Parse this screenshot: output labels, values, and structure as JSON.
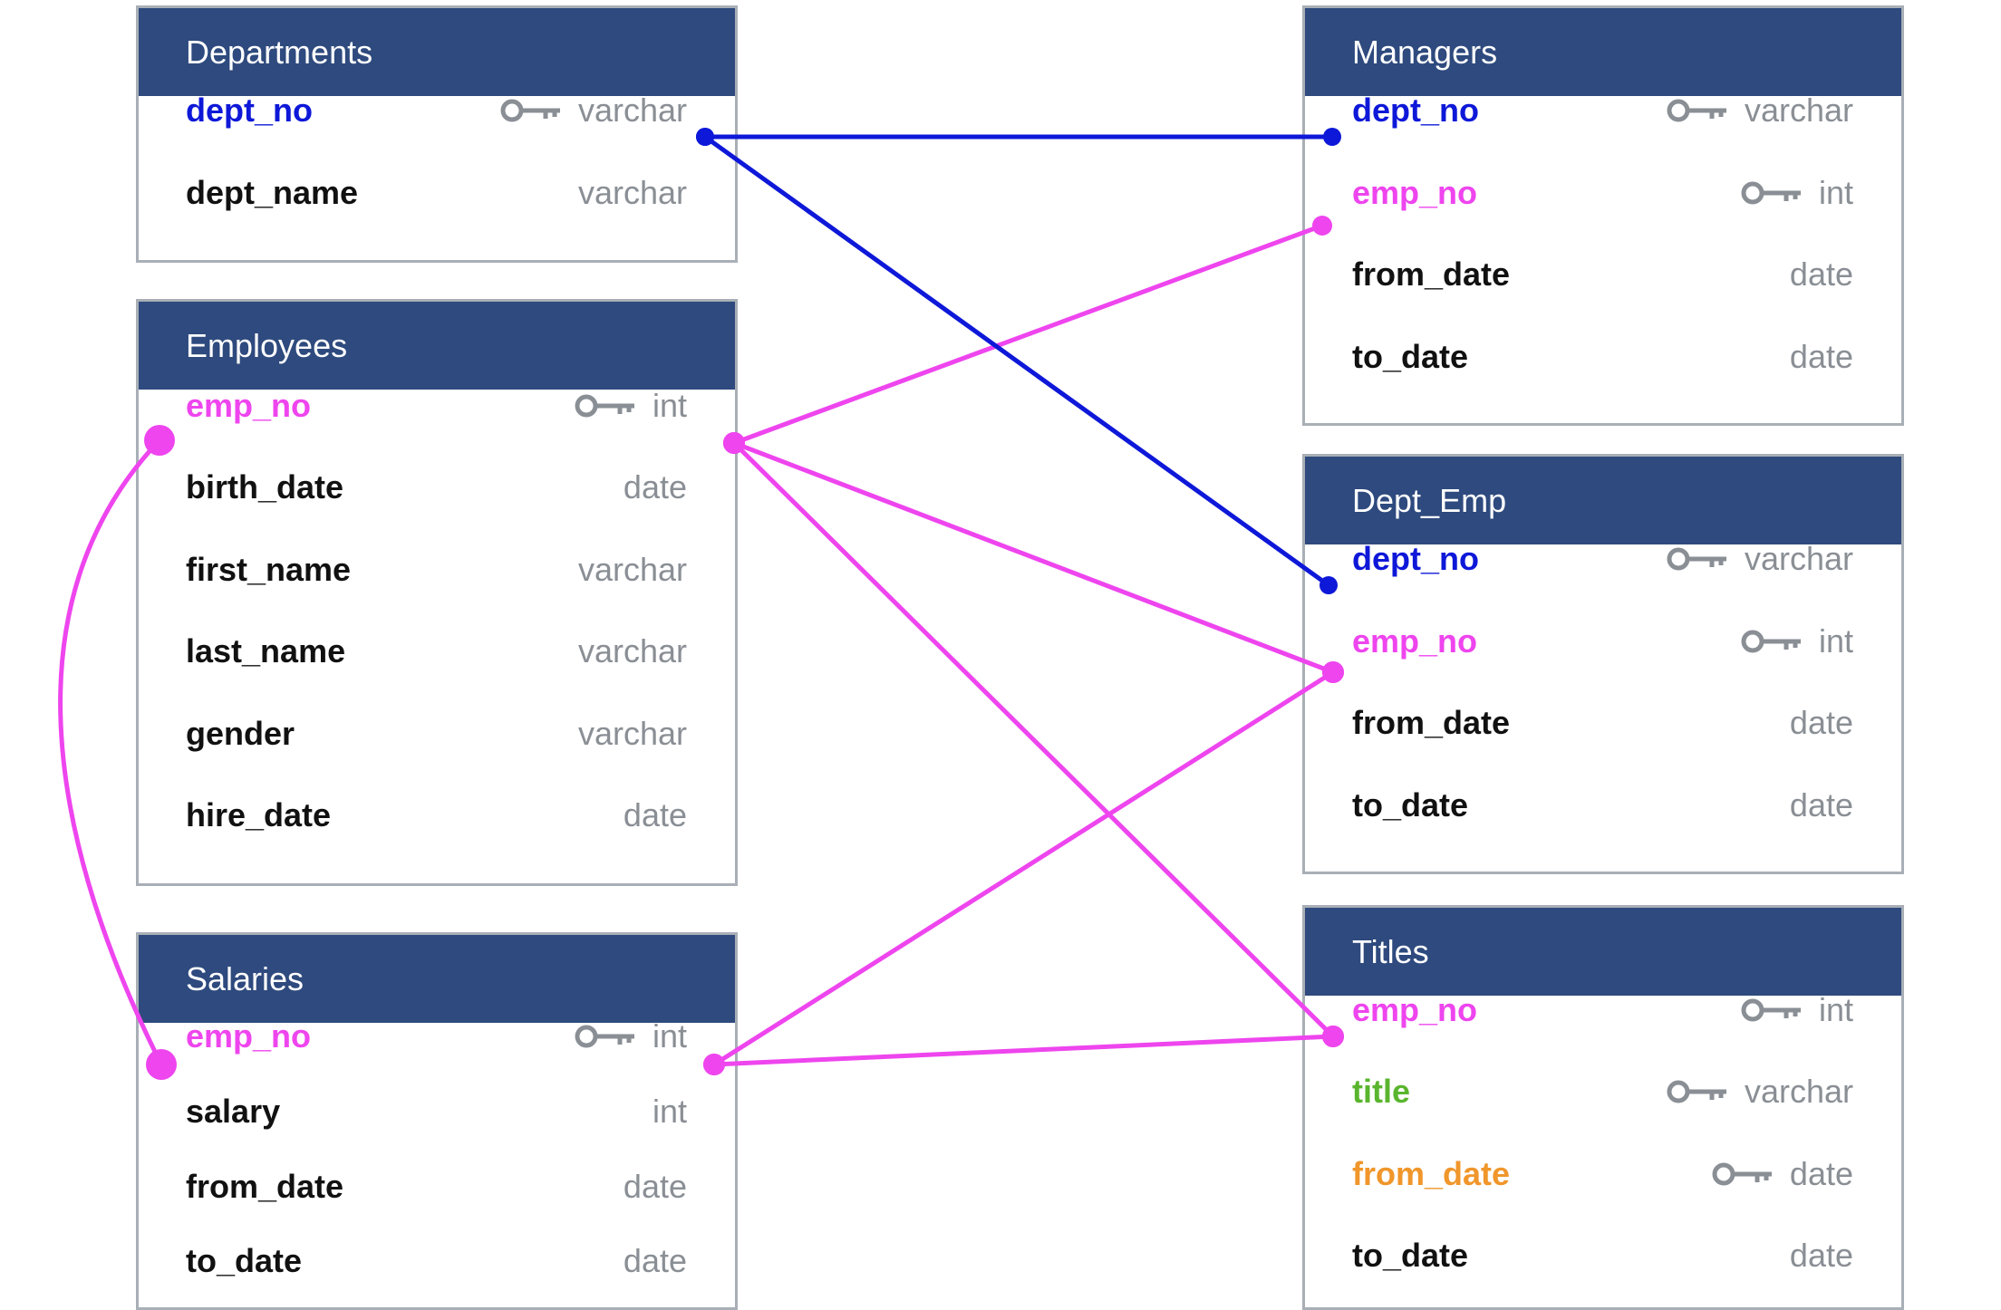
{
  "colors": {
    "header_bg": "#2e4a7e",
    "header_text": "#ffffff",
    "dept_link": "#0e18d8",
    "emp_link": "#ee45ee",
    "title_field": "#5ab52e",
    "from_date_field": "#f0962b",
    "type_text": "#8a8f95",
    "field_text": "#111111",
    "key_icon": "#8a8f95"
  },
  "tables": [
    {
      "name": "Departments",
      "fields": [
        {
          "name": "dept_no",
          "type": "varchar",
          "key": true,
          "color": "#0e18d8"
        },
        {
          "name": "dept_name",
          "type": "varchar",
          "key": false
        }
      ]
    },
    {
      "name": "Employees",
      "fields": [
        {
          "name": "emp_no",
          "type": "int",
          "key": true,
          "color": "#ee45ee"
        },
        {
          "name": "birth_date",
          "type": "date",
          "key": false
        },
        {
          "name": "first_name",
          "type": "varchar",
          "key": false
        },
        {
          "name": "last_name",
          "type": "varchar",
          "key": false
        },
        {
          "name": "gender",
          "type": "varchar",
          "key": false
        },
        {
          "name": "hire_date",
          "type": "date",
          "key": false
        }
      ]
    },
    {
      "name": "Salaries",
      "fields": [
        {
          "name": "emp_no",
          "type": "int",
          "key": true,
          "color": "#ee45ee"
        },
        {
          "name": "salary",
          "type": "int",
          "key": false
        },
        {
          "name": "from_date",
          "type": "date",
          "key": false
        },
        {
          "name": "to_date",
          "type": "date",
          "key": false
        }
      ]
    },
    {
      "name": "Managers",
      "fields": [
        {
          "name": "dept_no",
          "type": "varchar",
          "key": true,
          "color": "#0e18d8"
        },
        {
          "name": "emp_no",
          "type": "int",
          "key": true,
          "color": "#ee45ee"
        },
        {
          "name": "from_date",
          "type": "date",
          "key": false
        },
        {
          "name": "to_date",
          "type": "date",
          "key": false
        }
      ]
    },
    {
      "name": "Dept_Emp",
      "fields": [
        {
          "name": "dept_no",
          "type": "varchar",
          "key": true,
          "color": "#0e18d8"
        },
        {
          "name": "emp_no",
          "type": "int",
          "key": true,
          "color": "#ee45ee"
        },
        {
          "name": "from_date",
          "type": "date",
          "key": false
        },
        {
          "name": "to_date",
          "type": "date",
          "key": false
        }
      ]
    },
    {
      "name": "Titles",
      "fields": [
        {
          "name": "emp_no",
          "type": "int",
          "key": true,
          "color": "#ee45ee"
        },
        {
          "name": "title",
          "type": "varchar",
          "key": true,
          "color": "#5ab52e"
        },
        {
          "name": "from_date",
          "type": "date",
          "key": true,
          "color": "#f0962b"
        },
        {
          "name": "to_date",
          "type": "date",
          "key": false
        }
      ]
    }
  ],
  "relationships": [
    {
      "from": "Departments.dept_no",
      "to": "Managers.dept_no",
      "color": "#0e18d8"
    },
    {
      "from": "Departments.dept_no",
      "to": "Dept_Emp.dept_no",
      "color": "#0e18d8"
    },
    {
      "from": "Employees.emp_no",
      "to": "Managers.emp_no",
      "color": "#ee45ee"
    },
    {
      "from": "Employees.emp_no",
      "to": "Dept_Emp.emp_no",
      "color": "#ee45ee"
    },
    {
      "from": "Employees.emp_no",
      "to": "Titles.emp_no",
      "color": "#ee45ee"
    },
    {
      "from": "Employees.emp_no",
      "to": "Salaries.emp_no",
      "color": "#ee45ee"
    },
    {
      "from": "Salaries.emp_no",
      "to": "Dept_Emp.emp_no",
      "color": "#ee45ee"
    },
    {
      "from": "Salaries.emp_no",
      "to": "Titles.emp_no",
      "color": "#ee45ee"
    }
  ]
}
